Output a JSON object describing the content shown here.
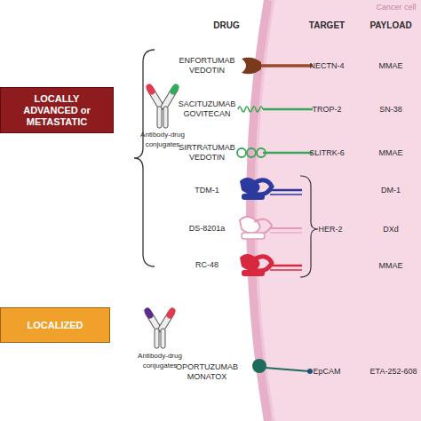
{
  "diagram": {
    "nodes": [
      {
        "text": [
          "LOCALLY ADVANCED or METASTATIC"
        ]
      },
      {
        "text": [
          "LOCALIZED"
        ]
      }
    ],
    "labels": [
      "Cancer cell",
      "DRUG",
      "TARGET",
      "PAYLOAD",
      "ENFORTUMAB VEDOTIN",
      "NECTN-4",
      "MMAE",
      "SACITUZUMAB GOVITECAN",
      "TROP-2",
      "SN-38",
      "Antibody-drug conjugates",
      "SIRTRATUMAB VEDOTIN",
      "SLITRK-6",
      "MMAE",
      "TDM-1",
      "DM-1",
      "HER-2",
      "DS-8201a",
      "DXd",
      "RC-48",
      "MMAE",
      "Antibody-drug conjugates",
      "OPORTUZUMAB MONATOX",
      "EpCAM",
      "ETA-252-608"
    ]
  }
}
